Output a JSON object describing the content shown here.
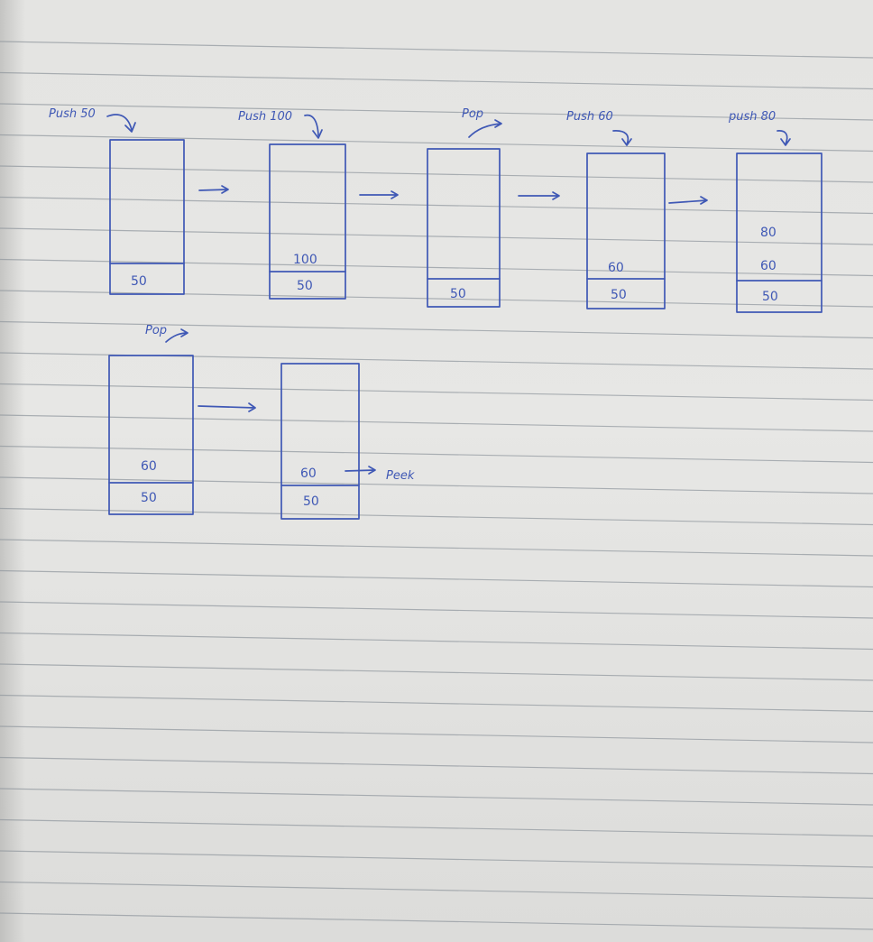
{
  "steps": [
    {
      "label": "Push 50",
      "values": [
        "50"
      ]
    },
    {
      "label": "Push 100",
      "values": [
        "100",
        "50"
      ]
    },
    {
      "label": "Pop",
      "values": [
        "50"
      ]
    },
    {
      "label": "Push 60",
      "values": [
        "60",
        "50"
      ]
    },
    {
      "label": "push 80",
      "values": [
        "80",
        "60",
        "50"
      ]
    },
    {
      "label": "Pop",
      "values": [
        "60",
        "50"
      ]
    },
    {
      "label": "",
      "values": [
        "60",
        "50"
      ]
    }
  ],
  "peek_label": "Peek",
  "ink_color": "#3f58b5"
}
